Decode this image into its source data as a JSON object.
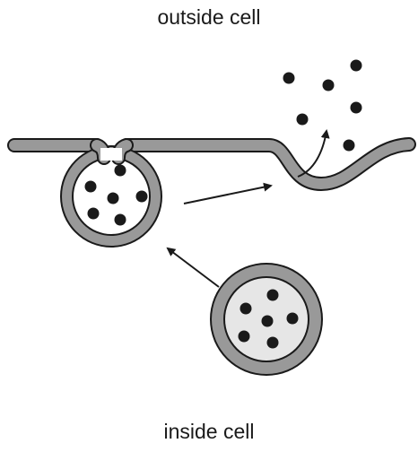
{
  "labels": {
    "outside": "outside cell",
    "inside": "inside cell"
  },
  "colors": {
    "membrane_fill": "#999999",
    "membrane_stroke": "#1a1a1a",
    "vesicle_interior": "#e6e6e6",
    "molecule": "#1a1a1a",
    "arrow": "#1a1a1a"
  },
  "stages": [
    "free-vesicle",
    "docking-vesicle",
    "released-molecules"
  ]
}
